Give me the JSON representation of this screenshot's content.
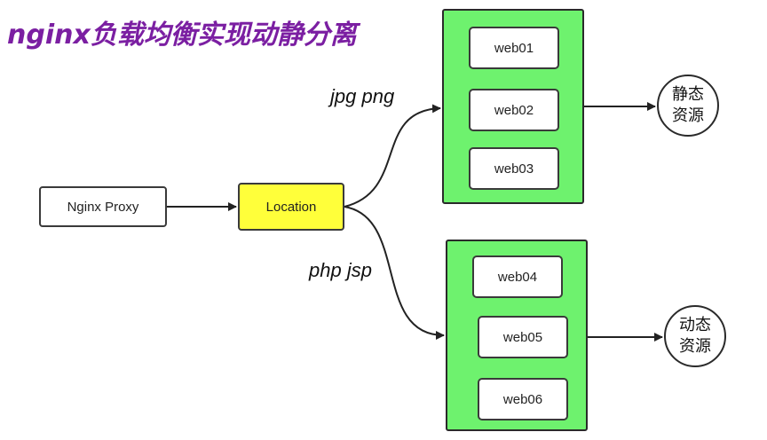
{
  "title": "nginx负载均衡实现动静分离",
  "nodes": {
    "proxy": "Nginx Proxy",
    "location": "Location"
  },
  "edge_labels": {
    "static": "jpg png",
    "dynamic": "php jsp"
  },
  "static_group": [
    "web01",
    "web02",
    "web03"
  ],
  "dynamic_group": [
    "web04",
    "web05",
    "web06"
  ],
  "targets": {
    "static": [
      "静态",
      "资源"
    ],
    "dynamic": [
      "动态",
      "资源"
    ]
  },
  "colors": {
    "title": "#7b1fa2",
    "location_fill": "#ffff3a",
    "group_fill": "#6ef26e"
  }
}
